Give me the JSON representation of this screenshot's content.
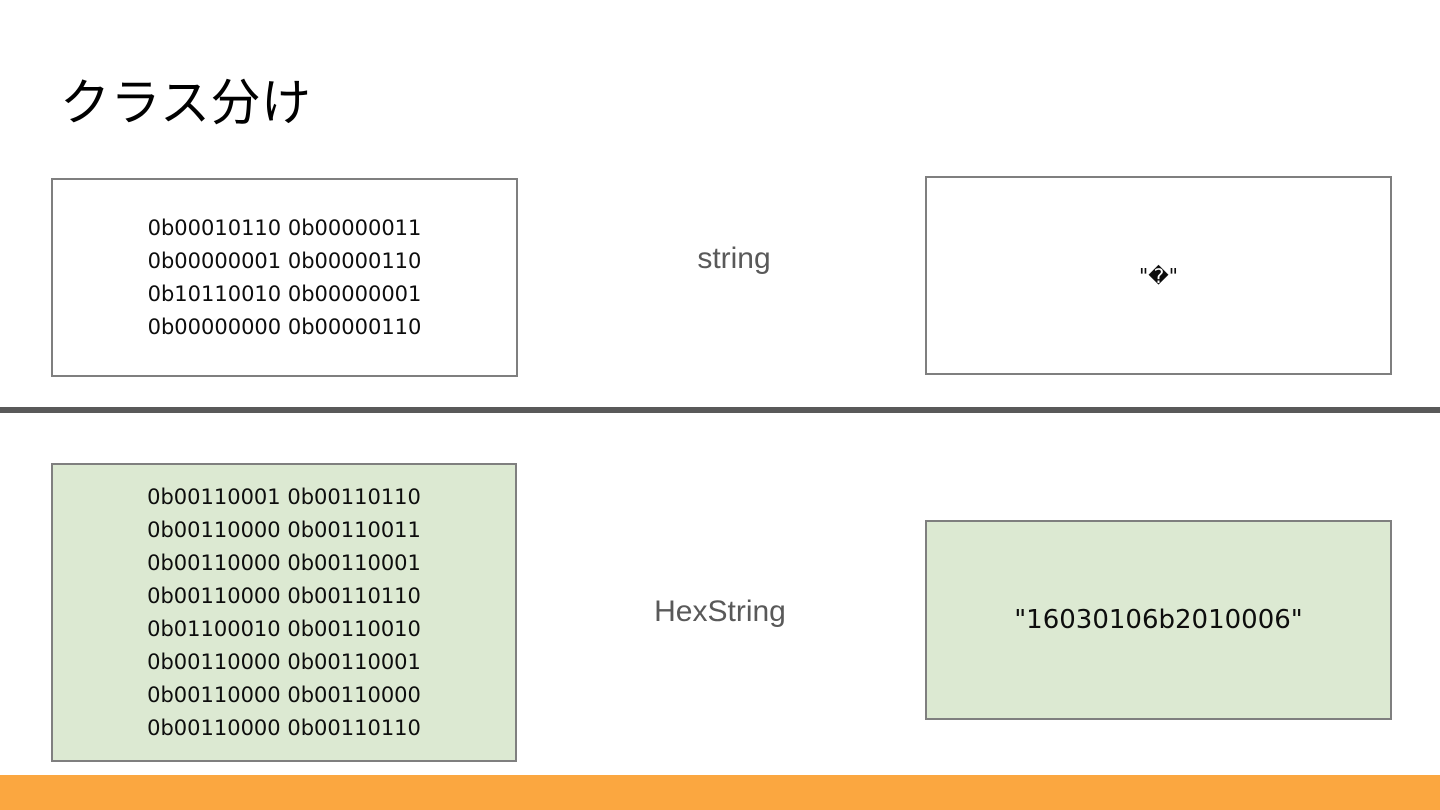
{
  "slide": {
    "title": "クラス分け",
    "background_color": "#ffffff",
    "divider_color": "#595959",
    "accent_bar_color": "#FBA740",
    "highlight_fill": "#DCE9D2",
    "box_border_color": "#7F7F7F",
    "label_color": "#595959"
  },
  "rows": [
    {
      "id": "string-row",
      "highlighted": false,
      "class_label": "string",
      "input_title": "binary-input-string",
      "input_lines": [
        "0b00010110 0b00000011",
        "0b00000001 0b00000110",
        "0b10110010 0b00000001",
        "0b00000000 0b00000110"
      ],
      "output_value": "\"�\""
    },
    {
      "id": "hexstring-row",
      "highlighted": true,
      "class_label": "HexString",
      "input_title": "binary-input-hexstring",
      "input_lines": [
        "0b00110001 0b00110110",
        "0b00110000 0b00110011",
        "0b00110000 0b00110001",
        "0b00110000 0b00110110",
        "0b01100010 0b00110010",
        "0b00110000 0b00110001",
        "0b00110000 0b00110000",
        "0b00110000 0b00110110"
      ],
      "output_value": "\"16030106b2010006\""
    }
  ]
}
